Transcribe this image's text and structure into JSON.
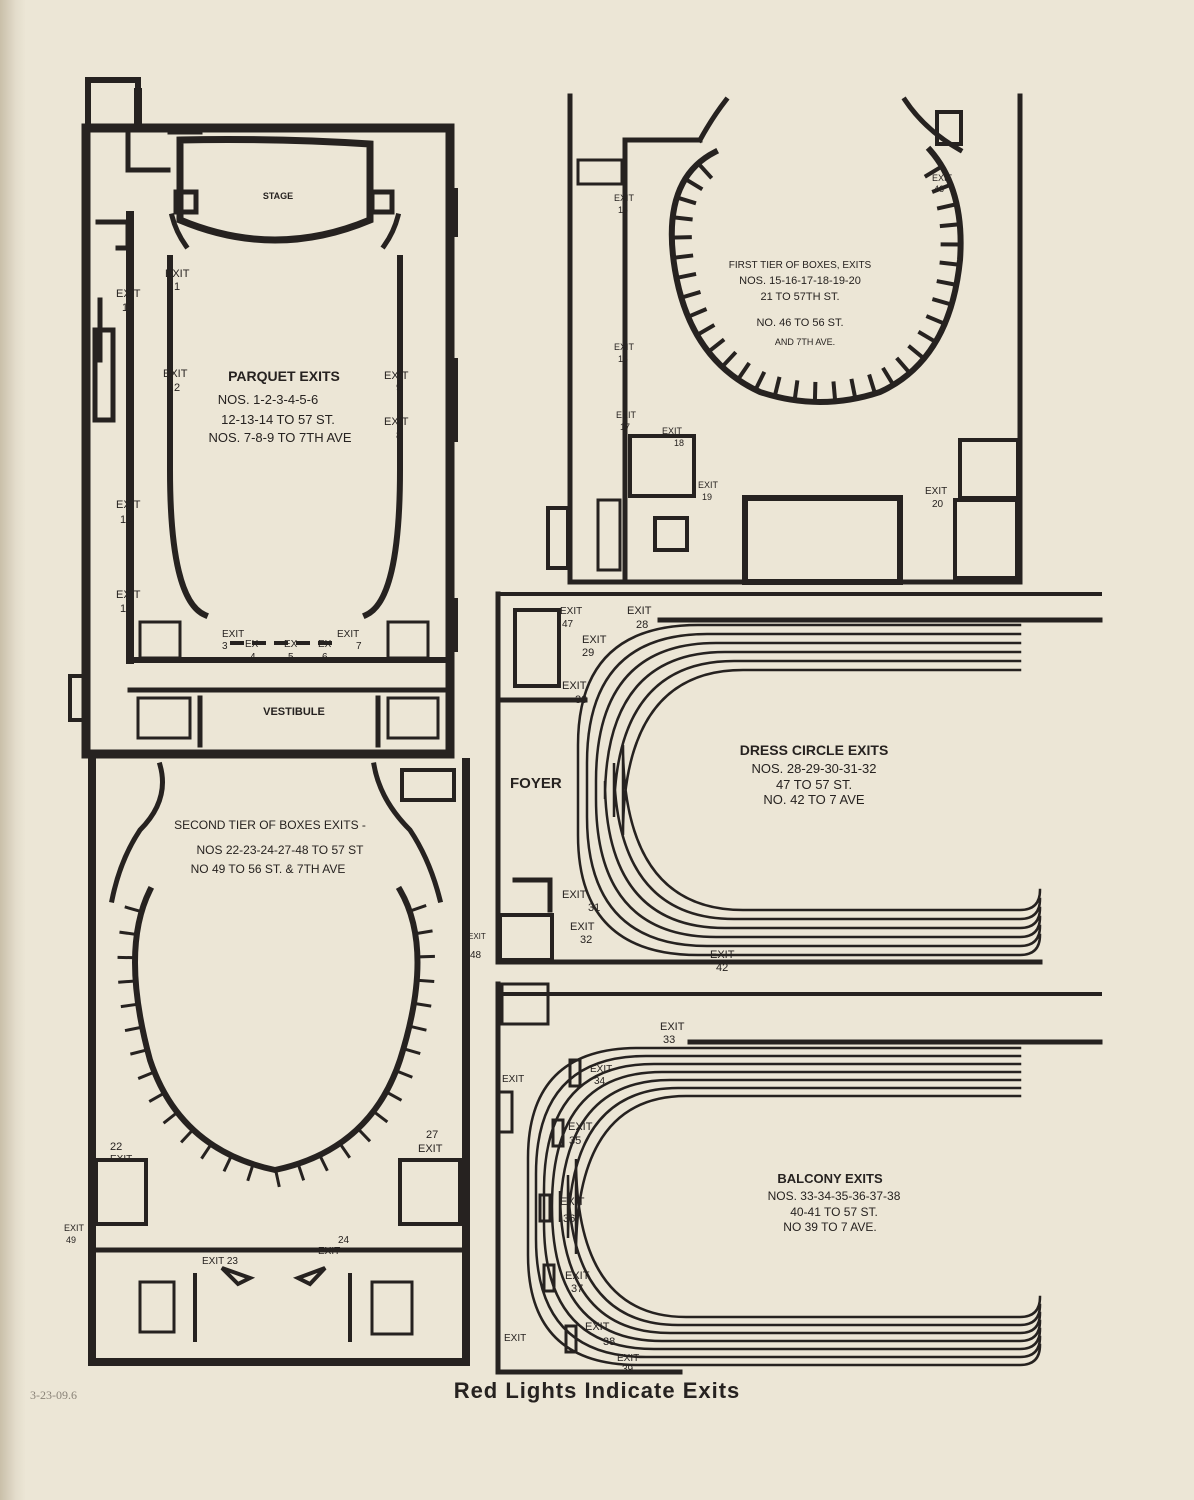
{
  "caption": "Red Lights Indicate Exits",
  "archive_note": "3-23-09.6",
  "parquet": {
    "stage": "STAGE",
    "vestibule": "VESTIBULE",
    "title": "PARQUET EXITS",
    "line1": "NOS. 1-2-3-4-5-6",
    "line2": "12-13-14 TO 57 ST.",
    "line3": "NOS. 7-8-9 TO 7TH AVE",
    "exit1": "EXIT",
    "n1": "1",
    "exit2": "EXIT",
    "n2": "2",
    "exit12": "EXIT",
    "n12": "12",
    "exit13": "EXIT",
    "n13": "13",
    "exit14": "EXIT",
    "n14": "14",
    "exit9": "EXIT",
    "n9": "9",
    "exit8": "EXIT",
    "n8": "8",
    "exit3": "EXIT",
    "n3": "3",
    "ex4": "EX",
    "n4": "4",
    "ex5": "EX",
    "n5": "5",
    "ex6": "EX",
    "n6": "6",
    "exit7": "EXIT",
    "n7": "7"
  },
  "first_tier": {
    "title": "FIRST TIER OF BOXES, EXITS",
    "line1": "NOS. 15-16-17-18-19-20",
    "line2": "21 TO 57TH ST.",
    "line3": "NO. 46 TO 56 ST.",
    "line4": "AND 7TH AVE.",
    "exit15": "EXIT",
    "n15": "15",
    "exit16": "EXIT",
    "n16": "16",
    "exit17": "EXIT",
    "n17": "17",
    "exit18": "EXIT",
    "n18": "18",
    "exit19": "EXIT",
    "n19": "19",
    "exit20": "EXIT",
    "n20": "20",
    "exit46": "EXIT",
    "n46": "46"
  },
  "dress_circle": {
    "title": "DRESS CIRCLE EXITS",
    "line1": "NOS. 28-29-30-31-32",
    "line2": "47 TO 57 ST.",
    "line3": "NO. 42 TO 7 AVE",
    "foyer": "FOYER",
    "exit47": "EXIT",
    "n47": "47",
    "exit28": "EXIT",
    "n28": "28",
    "exit29": "EXIT",
    "n29": "29",
    "exit30": "EXIT",
    "n30": "30",
    "exit31": "EXIT",
    "n31": "31",
    "exit32": "EXIT",
    "n32": "32",
    "exit42": "EXIT",
    "n42": "42"
  },
  "second_tier": {
    "title": "SECOND TIER OF BOXES EXITS -",
    "line1": "NOS 22-23-24-27-48 TO 57 ST",
    "line2": "NO 49 TO 56 ST. & 7TH AVE",
    "exit48": "EXIT",
    "n48": "48",
    "exit22": "EXIT",
    "n22": "22",
    "exit27": "EXIT",
    "n27": "27",
    "exit49": "EXIT",
    "n49": "49",
    "exit23": "EXIT 23",
    "exit24": "EXIT",
    "n24": "24"
  },
  "balcony": {
    "title": "BALCONY EXITS",
    "line1": "NOS. 33-34-35-36-37-38",
    "line2": "40-41 TO 57 ST.",
    "line3": "NO 39 TO 7 AVE.",
    "exit33": "EXIT",
    "n33": "33",
    "exit_left_top": "EXIT",
    "exit34": "EXIT",
    "n34": "34",
    "exit35": "EXIT",
    "n35": "35",
    "exit36": "EXIT",
    "n36": "36",
    "exit37": "EXIT",
    "n37": "37",
    "exit38": "EXIT",
    "n38": "38",
    "exit39": "EXIT",
    "n39": "39",
    "exit_left_bottom": "EXIT"
  }
}
